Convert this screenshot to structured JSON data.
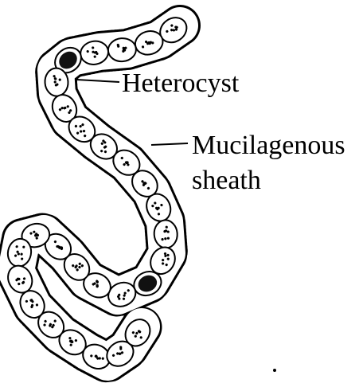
{
  "labels": {
    "heterocyst": "Heterocyst",
    "sheath_line1": "Mucilagenous",
    "sheath_line2": "sheath"
  },
  "colors": {
    "ink": "#000000",
    "background": "#ffffff",
    "heterocyst_fill": "#111111"
  }
}
